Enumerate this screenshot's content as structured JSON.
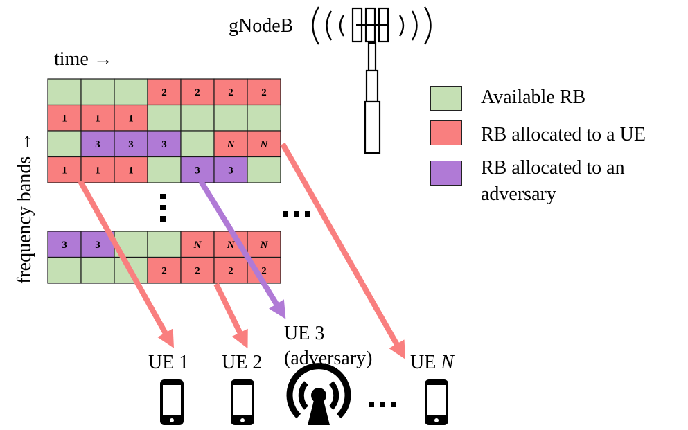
{
  "gnb_label": "gNodeB",
  "time_axis": "time →",
  "freq_axis": "frequency bands →",
  "legend": [
    {
      "label": "Available RB",
      "color": "#c5e0b4"
    },
    {
      "label": "RB allocated to a UE",
      "color": "#f97f7f"
    },
    {
      "label": "RB allocated to an adversary",
      "label_lines": [
        "RB allocated to an",
        "adversary"
      ],
      "color": "#b07ad6"
    }
  ],
  "colors": {
    "available": "#c5e0b4",
    "ue": "#f97f7f",
    "adversary": "#b07ad6",
    "arrow_ue": "#f97f7f",
    "arrow_adv": "#b07ad6"
  },
  "grid_top": [
    [
      "",
      "",
      "",
      "2",
      "2",
      "2",
      "2"
    ],
    [
      "1",
      "1",
      "1",
      "",
      "",
      "",
      ""
    ],
    [
      "",
      "3",
      "3",
      "3",
      "",
      "N",
      "N"
    ],
    [
      "1",
      "1",
      "1",
      "",
      "3",
      "3",
      ""
    ]
  ],
  "grid_top_types": [
    [
      "a",
      "a",
      "a",
      "u",
      "u",
      "u",
      "u"
    ],
    [
      "u",
      "u",
      "u",
      "a",
      "a",
      "a",
      "a"
    ],
    [
      "a",
      "v",
      "v",
      "v",
      "a",
      "u",
      "u"
    ],
    [
      "u",
      "u",
      "u",
      "a",
      "v",
      "v",
      "a"
    ]
  ],
  "grid_bottom": [
    [
      "3",
      "3",
      "",
      "",
      "N",
      "N",
      "N"
    ],
    [
      "",
      "",
      "",
      "2",
      "2",
      "2",
      "2"
    ]
  ],
  "grid_bottom_types": [
    [
      "v",
      "v",
      "a",
      "a",
      "u",
      "u",
      "u"
    ],
    [
      "a",
      "a",
      "a",
      "u",
      "u",
      "u",
      "u"
    ]
  ],
  "ues": [
    {
      "label": "UE 1",
      "kind": "phone"
    },
    {
      "label": "UE 2",
      "kind": "phone"
    },
    {
      "label_lines": [
        "UE 3",
        "(adversary)"
      ],
      "kind": "jammer"
    },
    {
      "label_prefix": "UE ",
      "label_italic": "N",
      "kind": "phone"
    }
  ],
  "ellipsis": "⋯"
}
